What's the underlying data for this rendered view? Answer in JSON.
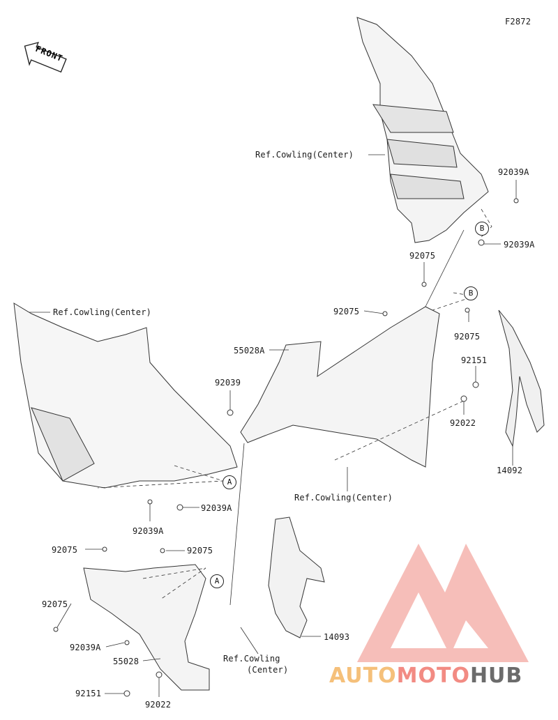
{
  "figure_code": "F2872",
  "front_label": "FRONT",
  "callouts": {
    "a_upper": "A",
    "a_lower": "A",
    "b_upper": "B",
    "b_lower": "B"
  },
  "labels": {
    "ref_cowling_top": "Ref.Cowling(Center)",
    "ref_cowling_left": "Ref.Cowling(Center)",
    "ref_cowling_mid": "Ref.Cowling(Center)",
    "ref_cowling_bottom_l1": "Ref.Cowling",
    "ref_cowling_bottom_l2": "(Center)",
    "p92039A_1": "92039A",
    "p92039A_2": "92039A",
    "p92039A_3": "92039A",
    "p92039A_4": "92039A",
    "p92039A_5": "92039A",
    "p92075_1": "92075",
    "p92075_2": "92075",
    "p92075_3": "92075",
    "p92075_4": "92075",
    "p92075_5": "92075",
    "p55028A": "55028A",
    "p55028": "55028",
    "p92039": "92039",
    "p92151_1": "92151",
    "p92151_2": "92151",
    "p92022_1": "92022",
    "p92022_2": "92022",
    "p14092": "14092",
    "p14093": "14093"
  },
  "watermark": {
    "part1": "AUTO",
    "part2": "MOTO",
    "part3": "HUB",
    "color1": "#f5c07a",
    "color2": "#f28b83",
    "color3": "#6b6b6b"
  }
}
